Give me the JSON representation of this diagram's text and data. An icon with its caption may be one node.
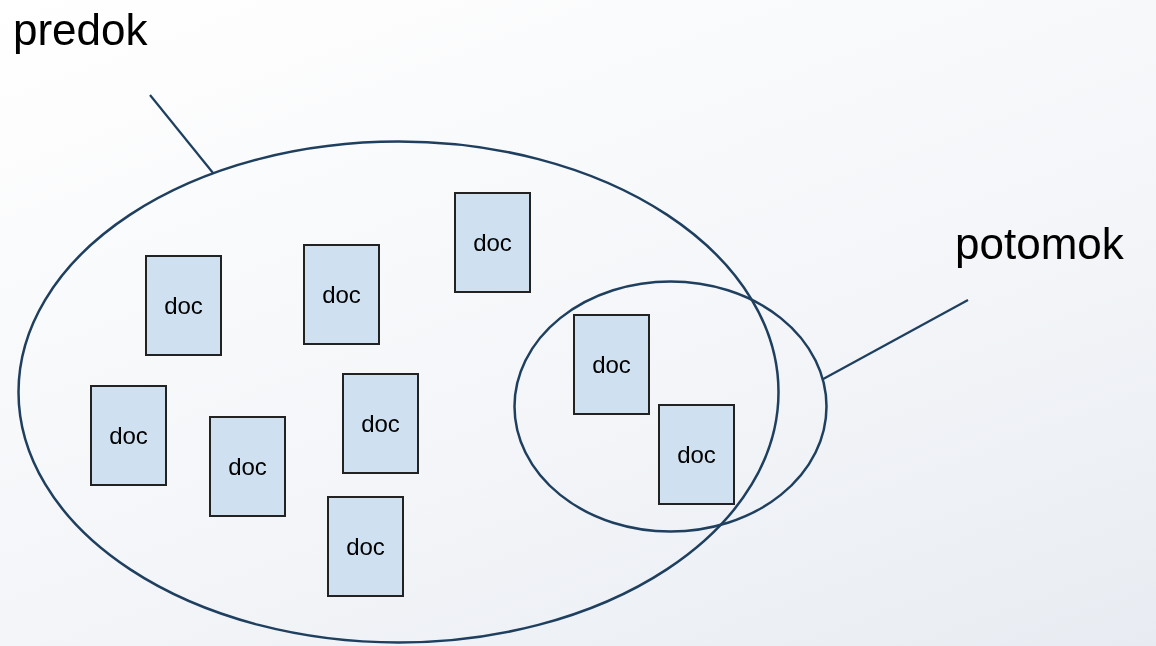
{
  "diagram": {
    "nodes": [
      {
        "text": [
          "predok"
        ]
      },
      {
        "text": [],
        "shape": "ellipse"
      },
      {
        "text": [
          "doc"
        ],
        "in": 1
      },
      {
        "text": [
          "doc"
        ],
        "in": 1
      },
      {
        "text": [
          "doc"
        ],
        "in": 1
      },
      {
        "text": [
          "doc"
        ],
        "in": 1
      },
      {
        "text": [
          "doc"
        ],
        "in": 1
      },
      {
        "text": [
          "doc"
        ],
        "in": 1
      },
      {
        "text": [
          "doc"
        ],
        "in": 1
      },
      {
        "text": [
          "potomok"
        ]
      },
      {
        "text": [],
        "shape": "ellipse"
      },
      {
        "text": [
          "doc"
        ],
        "in": 10
      },
      {
        "text": [
          "doc"
        ],
        "in": 10
      }
    ],
    "edges": [
      {
        "from": 0,
        "to": 1,
        "arrow": "none"
      },
      {
        "from": 9,
        "to": 10,
        "arrow": "none"
      }
    ]
  }
}
